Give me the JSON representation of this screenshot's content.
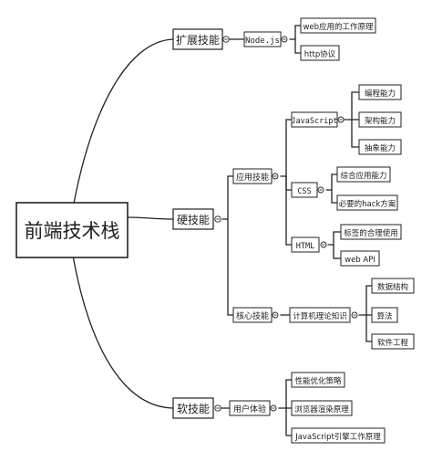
{
  "root": {
    "label": "前端技术栈"
  },
  "branches": [
    {
      "key": "expand",
      "label": "扩展技能",
      "children": [
        {
          "key": "nodejs",
          "label": "Node.js",
          "children": [
            {
              "key": "web-principle",
              "label": "web应用的工作原理"
            },
            {
              "key": "http",
              "label": "http协议"
            }
          ]
        }
      ]
    },
    {
      "key": "hard",
      "label": "硬技能",
      "children": [
        {
          "key": "app-skills",
          "label": "应用技能",
          "children": [
            {
              "key": "javascript",
              "label": "JavaScript",
              "children": [
                {
                  "key": "programming",
                  "label": "编程能力"
                },
                {
                  "key": "architecture",
                  "label": "架构能力"
                },
                {
                  "key": "abstraction",
                  "label": "抽象能力"
                }
              ]
            },
            {
              "key": "css",
              "label": "CSS",
              "children": [
                {
                  "key": "css-general",
                  "label": "综合应用能力"
                },
                {
                  "key": "css-hack",
                  "label": "必要的hack方案"
                }
              ]
            },
            {
              "key": "html",
              "label": "HTML",
              "children": [
                {
                  "key": "semantic-tags",
                  "label": "标签的合理使用"
                },
                {
                  "key": "web-api",
                  "label": "web API"
                }
              ]
            }
          ]
        },
        {
          "key": "core-skills",
          "label": "核心技能",
          "children": [
            {
              "key": "cs-theory",
              "label": "计算机理论知识",
              "children": [
                {
                  "key": "data-structures",
                  "label": "数据结构"
                },
                {
                  "key": "algorithms",
                  "label": "算法"
                },
                {
                  "key": "software-eng",
                  "label": "软件工程"
                }
              ]
            }
          ]
        }
      ]
    },
    {
      "key": "soft",
      "label": "软技能",
      "children": [
        {
          "key": "ux",
          "label": "用户体验",
          "children": [
            {
              "key": "perf",
              "label": "性能优化策略"
            },
            {
              "key": "browser-render",
              "label": "浏览器渲染原理"
            },
            {
              "key": "js-engine",
              "label": "JavaScript引擎工作原理"
            }
          ]
        }
      ]
    }
  ]
}
